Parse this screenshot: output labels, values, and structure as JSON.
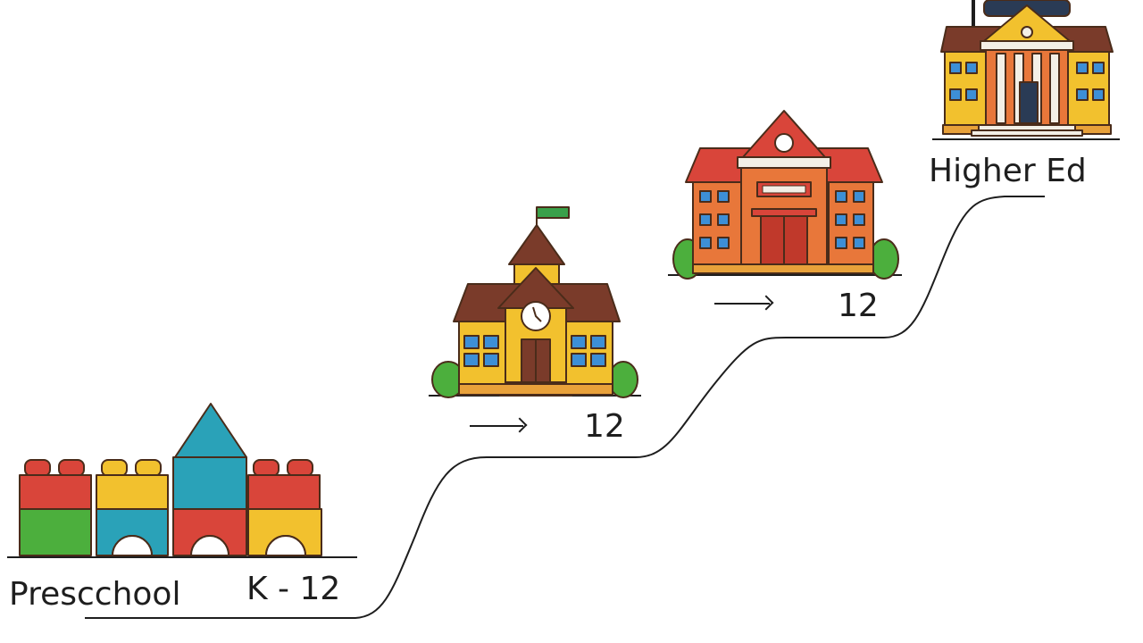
{
  "stages": [
    {
      "id": "preschool",
      "label": "Prescchool",
      "grade_label": "K - 12",
      "illustration": "toy-blocks-castle"
    },
    {
      "id": "elementary",
      "label": "",
      "grade_label": "12",
      "illustration": "school-house-clock-flag"
    },
    {
      "id": "secondary",
      "label": "",
      "grade_label": "12",
      "illustration": "brick-high-school"
    },
    {
      "id": "higher-ed",
      "label": "Higher Ed",
      "grade_label": "",
      "illustration": "columned-university"
    }
  ],
  "connectors": [
    "arrow-right",
    "arrow-right"
  ],
  "colors": {
    "outline": "#4a2c1a",
    "yellow": "#f2c12e",
    "red": "#d9453a",
    "orange": "#e8773a",
    "teal": "#2aa2b8",
    "green": "#4caf3d",
    "roof": "#7a3b2a",
    "window": "#3d8fd6",
    "step_line": "#1e1e1e"
  }
}
